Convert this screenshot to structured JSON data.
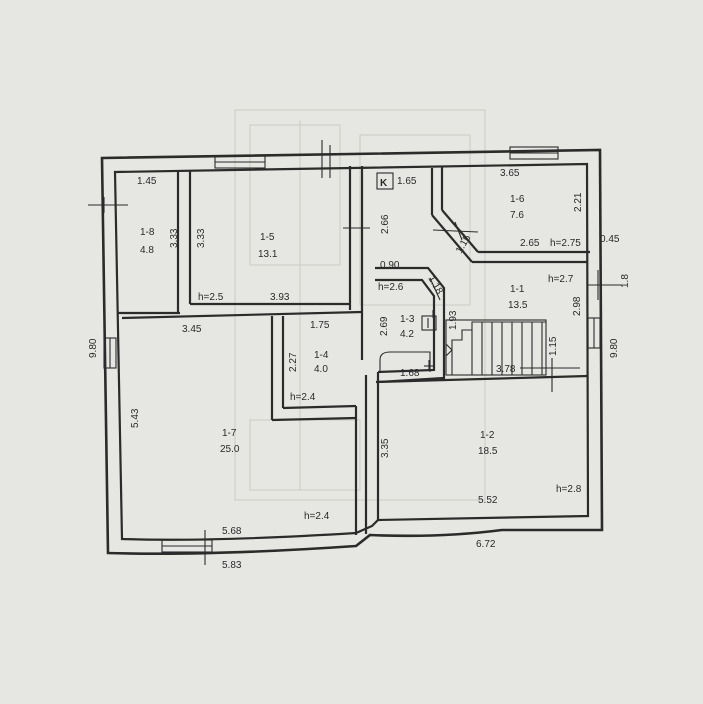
{
  "plan": {
    "stamp": "K",
    "rooms": [
      {
        "number": "1-1",
        "area": "13.5"
      },
      {
        "number": "1-2",
        "area": "18.5"
      },
      {
        "number": "1-3",
        "area": "4.2"
      },
      {
        "number": "1-4",
        "area": "4.0"
      },
      {
        "number": "1-5",
        "area": "13.1"
      },
      {
        "number": "1-6",
        "area": "7.6"
      },
      {
        "number": "1-7",
        "area": "25.0"
      },
      {
        "number": "1-8",
        "area": "4.8"
      }
    ],
    "dimensions": {
      "d145": "1.45",
      "d165": "1.65",
      "d365": "3.65",
      "d221": "2.21",
      "d333a": "3.33",
      "d333b": "3.33",
      "d266": "2.66",
      "d265": "2.65",
      "d045": "0.45",
      "d090": "0.90",
      "d118": "1.18",
      "d115a": "1.15",
      "d393": "3.93",
      "d345": "3.45",
      "d175": "1.75",
      "d269": "2.69",
      "d193": "1.93",
      "d298": "2.98",
      "d18": "1.8",
      "d227": "2.27",
      "d168": "1.68",
      "d378": "3.78",
      "d115b": "1.15",
      "d543": "5.43",
      "d335": "3.35",
      "d552": "5.52",
      "d568": "5.68",
      "d583": "5.83",
      "d672": "6.72",
      "d980l": "9.80",
      "d980r": "9.80"
    },
    "heights": {
      "h275": "h=2.75",
      "h27": "h=2.7",
      "h26": "h=2.6",
      "h25": "h=2.5",
      "h24a": "h=2.4",
      "h24b": "h=2.4",
      "h28": "h=2.8"
    }
  }
}
